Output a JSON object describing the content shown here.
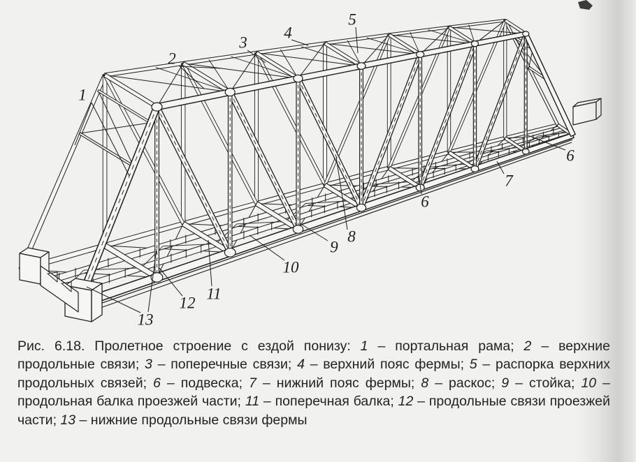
{
  "figure": {
    "callouts": [
      {
        "num": "1"
      },
      {
        "num": "2"
      },
      {
        "num": "3"
      },
      {
        "num": "4"
      },
      {
        "num": "5"
      },
      {
        "num": "6"
      },
      {
        "num": "6"
      },
      {
        "num": "7"
      },
      {
        "num": "8"
      },
      {
        "num": "9"
      },
      {
        "num": "10"
      },
      {
        "num": "11"
      },
      {
        "num": "12"
      },
      {
        "num": "13"
      }
    ]
  },
  "caption": {
    "lead": "Рис. 6.18.",
    "title": " Пролетное строение с ездой понизу: ",
    "items": [
      {
        "num": "1",
        "text": " – портальная рама; "
      },
      {
        "num": "2",
        "text": " – верхние продольные связи; "
      },
      {
        "num": "3",
        "text": " – поперечные связи; "
      },
      {
        "num": "4",
        "text": " – верхний пояс фермы; "
      },
      {
        "num": "5",
        "text": " – распорка верхних продольных связей; "
      },
      {
        "num": "6",
        "text": " – подвеска; "
      },
      {
        "num": "7",
        "text": " – нижний пояс фермы; "
      },
      {
        "num": "8",
        "text": " – раскос; "
      },
      {
        "num": "9",
        "text": " – стойка; "
      },
      {
        "num": "10",
        "text": " – продольная балка проезжей части; "
      },
      {
        "num": "11",
        "text": " – поперечная балка; "
      },
      {
        "num": "12",
        "text": " – продольные связи проезжей части; "
      },
      {
        "num": "13",
        "text": " – нижние продольные связи фермы"
      }
    ]
  },
  "colors": {
    "ink": "#1e1e1c",
    "paper": "#f1f2ef",
    "member_fill": "#f5f6f3",
    "corner_mark": "#3a3935"
  }
}
